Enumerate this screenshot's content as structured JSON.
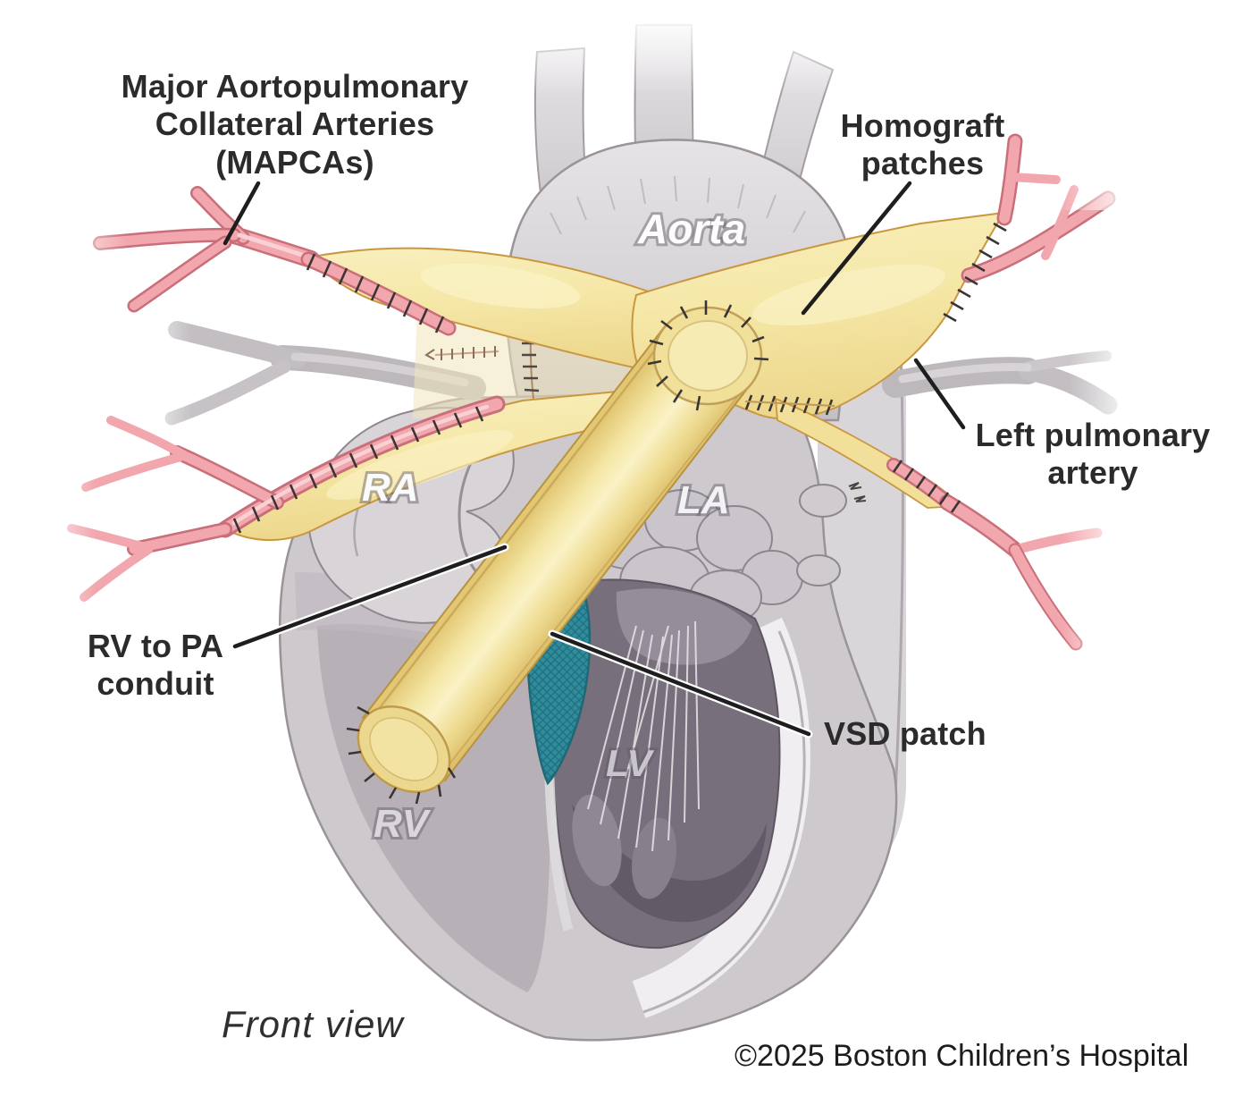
{
  "figure": {
    "labels": {
      "mapcas": {
        "line1": "Major Aortopulmonary",
        "line2": "Collateral Arteries",
        "line3": "(MAPCAs)"
      },
      "homograft": {
        "line1": "Homograft",
        "line2": "patches"
      },
      "left_pulmonary_artery": {
        "line1": "Left pulmonary",
        "line2": "artery"
      },
      "rv_to_pa_conduit": {
        "line1": "RV to PA",
        "line2": "conduit"
      },
      "vsd_patch": "VSD patch",
      "aorta": "Aorta",
      "right_atrium": "RA",
      "left_atrium": "LA",
      "left_ventricle": "LV",
      "right_ventricle": "RV",
      "view": "Front view",
      "copyright": "©2025 Boston Children’s Hospital"
    },
    "colors": {
      "patch_yellow": "#F6E8A9",
      "conduit_yellow": "#F3E29C",
      "vsd_teal": "#2F8C9D",
      "artery_pink": "#F2A6AD",
      "vessel_gray": "#BDB9BD",
      "heart_gray": "#CDC9CD",
      "label_ink": "#2B2B2B"
    }
  }
}
